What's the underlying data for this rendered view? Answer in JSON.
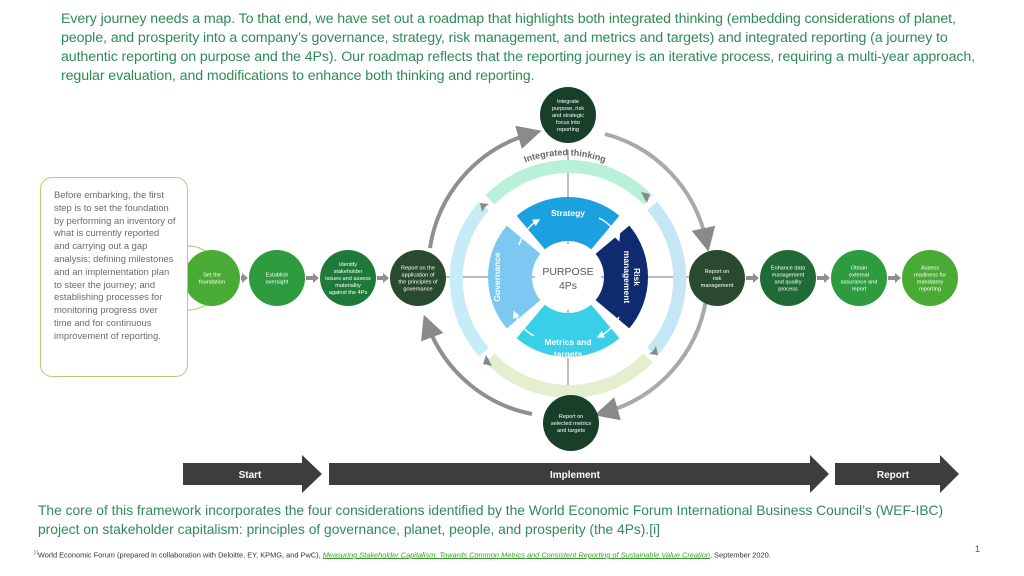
{
  "intro_text": "Every journey needs a map. To that end, we have set out a roadmap that highlights both integrated thinking (embedding considerations of planet, people, and prosperity into a company’s governance, strategy, risk management, and metrics and targets) and integrated reporting (a journey to authentic reporting on purpose and the 4Ps). Our roadmap reflects that the reporting journey is an iterative process, requiring a multi-year approach, regular evaluation, and modifications to enhance both thinking and reporting.",
  "callout_text": "Before embarking, the first step is to set the foundation by performing an inventory of what is currently reported and carrying out a gap analysis; defining milestones and an implementation plan to steer the journey; and establishing processes for monitoring progress over time and for continuous improvement of reporting.",
  "steps": [
    {
      "id": "set-foundation",
      "lines": [
        "Set the",
        "foundation"
      ],
      "color": "#4aab34"
    },
    {
      "id": "establish-oversight",
      "lines": [
        "Establish",
        "oversight"
      ],
      "color": "#2e9b3e"
    },
    {
      "id": "identify-issues",
      "lines": [
        "Identify",
        "stakeholder",
        "issues and assess",
        "materiality",
        "against the 4Ps"
      ],
      "color": "#1f7a3a"
    },
    {
      "id": "report-governance",
      "lines": [
        "Report on the",
        "application of",
        "the principles of",
        "governance"
      ],
      "color": "#2a4a30"
    },
    {
      "id": "integrate-purpose",
      "lines": [
        "Integrate",
        "purpose, risk",
        "and strategic",
        "focus into",
        "reporting"
      ],
      "color": "#173f2a"
    },
    {
      "id": "report-risk",
      "lines": [
        "Report on",
        "risk",
        "management"
      ],
      "color": "#2a4a30"
    },
    {
      "id": "report-metrics",
      "lines": [
        "Report on",
        "selected metrics",
        "and targets"
      ],
      "color": "#173f2a"
    },
    {
      "id": "enhance-data",
      "lines": [
        "Enhance data",
        "management",
        "and quality",
        "process"
      ],
      "color": "#1f6a35"
    },
    {
      "id": "obtain-assurance",
      "lines": [
        "Obtain",
        "external",
        "assurance and",
        "report"
      ],
      "color": "#2e9b3e"
    },
    {
      "id": "assess-readiness",
      "lines": [
        "Assess",
        "readiness for",
        "mandatory",
        "reporting"
      ],
      "color": "#4aab34"
    }
  ],
  "wheel": {
    "center_lines": [
      "PURPOSE",
      "4Ps"
    ],
    "ring_label": "Integrated thinking",
    "quadrants": [
      {
        "label": "Strategy",
        "color": "#1ba0e0"
      },
      {
        "label": "Risk management",
        "color": "#0d2b6e"
      },
      {
        "label": "Metrics and targets",
        "color": "#39cfe8"
      },
      {
        "label": "Governance",
        "color": "#7cc8f2"
      }
    ],
    "ring_colors": {
      "top": "#b8f0d8",
      "right": "#c5e6f7",
      "bottom": "#e3efcf",
      "left": "#c5ecf7"
    }
  },
  "phases": [
    {
      "label": "Start"
    },
    {
      "label": "Implement"
    },
    {
      "label": "Report"
    }
  ],
  "core_text": "The core of this framework incorporates the four considerations identified by the World Economic Forum International Business Council’s (WEF-IBC) project on stakeholder capitalism: principles of governance, planet, people, and prosperity (the 4Ps).[i]",
  "footnote": {
    "marker": "[i]",
    "prefix": "World Economic Forum (prepared in collaboration with Deloitte, EY, KPMG, and PwC), ",
    "link_text": "Measuring Stakeholder Capitalism: Towards Common Metrics and Consistent Reporting of Sustainable Value Creation",
    "suffix": ", September 2020."
  },
  "page_number": "1"
}
